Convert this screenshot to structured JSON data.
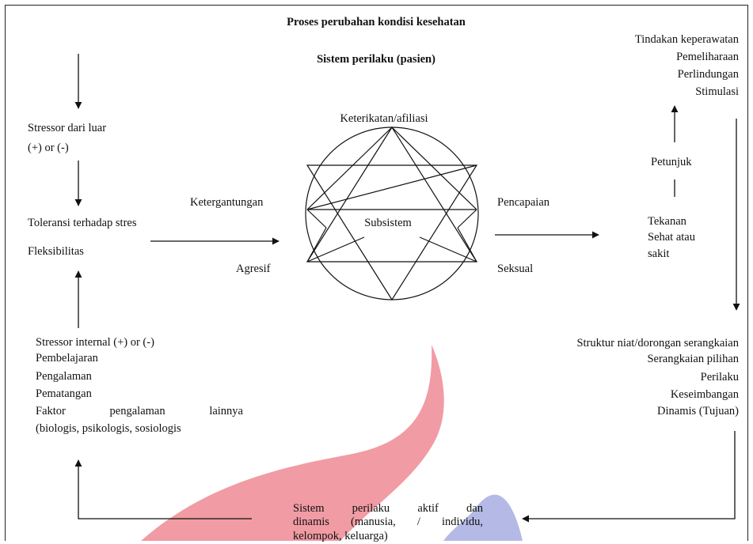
{
  "title": "Proses perubahan kondisi kesehatan",
  "subtitle": "Sistem perilaku (pasien)",
  "left": {
    "stressor_external": [
      "Stressor dari luar",
      "(+) or (-)"
    ],
    "tolerance": "Toleransi terhadap stres",
    "flexibility": "Fleksibilitas",
    "stressor_internal": [
      "Stressor internal (+) or (-)",
      "Pembelajaran",
      "Pengalaman",
      "Pematangan",
      "Faktor pengalaman lainnya",
      "(biologis, psikologis, sosiologis"
    ]
  },
  "center": {
    "top_label": "Keterikatan/afiliasi",
    "left_top": "Ketergantungan",
    "left_bottom": "Agresif",
    "right_top": "Pencapaian",
    "right_bottom": "Seksual",
    "inner": "Subsistem"
  },
  "right": {
    "nursing": [
      "Tindakan keperawatan",
      "Pemeliharaan",
      "Perlindungan",
      "Stimulasi"
    ],
    "hint": "Petunjuk",
    "pressure": [
      "Tekanan",
      "Sehat atau",
      "sakit"
    ],
    "structure": [
      "Struktur niat/dorongan serangkaian",
      "Serangkaian pilihan",
      "Perilaku",
      "Keseimbangan",
      "Dinamis (Tujuan)"
    ]
  },
  "bottom": {
    "system": [
      "Sistem perilaku aktif dan",
      "dinamis (manusia, / individu,",
      "kelompok, keluarga)"
    ]
  },
  "colors": {
    "watermark_red": "#ee8a94",
    "watermark_blue": "#a7aee0",
    "line": "#111111"
  }
}
